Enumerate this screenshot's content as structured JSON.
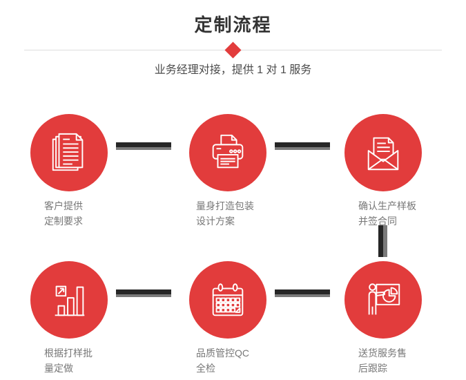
{
  "page": {
    "title": "定制流程",
    "subtitle": "业务经理对接，提供 1 对 1 服务"
  },
  "colors": {
    "accent_red": "#e23c3c",
    "connector_dark": "#262626",
    "connector_gray": "#7a7a7a",
    "title_text": "#333333",
    "subtitle_text": "#4a4a4a",
    "label_text": "#777777",
    "divider": "#dddddd"
  },
  "steps": [
    {
      "icon": "documents-icon",
      "label_line1": "客户提供",
      "label_line2": "定制要求"
    },
    {
      "icon": "printer-icon",
      "label_line1": "量身打造包装",
      "label_line2": "设计方案"
    },
    {
      "icon": "envelope-icon",
      "label_line1": "确认生产样板",
      "label_line2": "并签合同"
    },
    {
      "icon": "bar-chart-icon",
      "label_line1": "根据打样批",
      "label_line2": "量定做"
    },
    {
      "icon": "calendar-icon",
      "label_line1": "品质管控QC",
      "label_line2": "全检"
    },
    {
      "icon": "presenter-icon",
      "label_line1": "送货服务售",
      "label_line2": "后跟踪"
    }
  ]
}
